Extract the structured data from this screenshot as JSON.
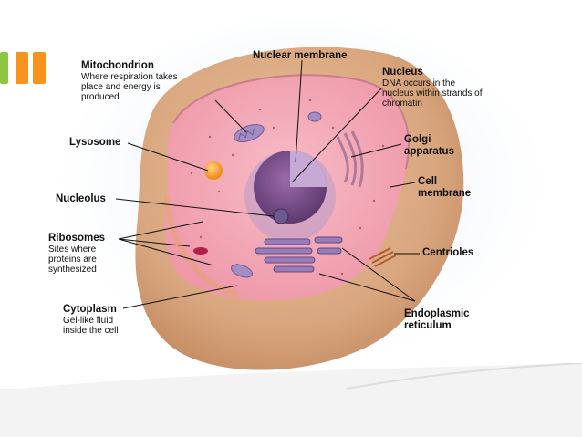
{
  "colors": {
    "deco_green": "#8dc63f",
    "deco_orange": "#f7941d",
    "cell_outer": "#d9a77f",
    "cytoplasm": "#f4a7b4",
    "nucleus": "#7b4f8c",
    "background_glow": "#c9dcf0"
  },
  "labels": {
    "mitochondrion": {
      "title": "Mitochondrion",
      "desc": "Where respiration takes place and energy is produced"
    },
    "nuclear_membrane": {
      "title": "Nuclear membrane"
    },
    "nucleus": {
      "title": "Nucleus",
      "desc": "DNA occurs in the nucleus within strands of chromatin"
    },
    "lysosome": {
      "title": "Lysosome"
    },
    "golgi": {
      "title": "Golgi apparatus"
    },
    "cell_membrane": {
      "title": "Cell membrane"
    },
    "nucleolus": {
      "title": "Nucleolus"
    },
    "ribosomes": {
      "title": "Ribosomes",
      "desc": "Sites where proteins are synthesized"
    },
    "centrioles": {
      "title": "Centrioles"
    },
    "cytoplasm": {
      "title": "Cytoplasm",
      "desc": "Gel-like fluid inside the cell"
    },
    "er": {
      "title": "Endoplasmic reticulum"
    }
  },
  "icons": [
    "deco-bar-green",
    "deco-bar-orange",
    "deco-bar-orange-2"
  ]
}
